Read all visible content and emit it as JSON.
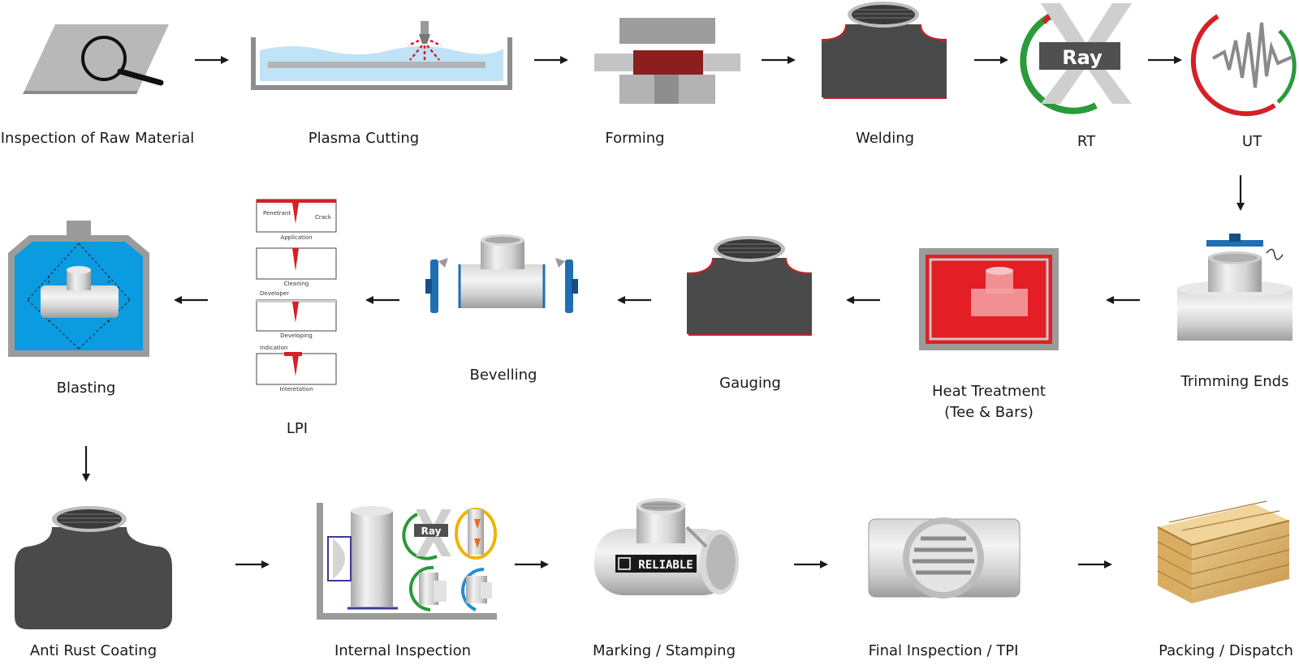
{
  "steps": {
    "inspection_raw": "Inspection of Raw Material",
    "plasma_cutting": "Plasma Cutting",
    "forming": "Forming",
    "welding": "Welding",
    "rt": "RT",
    "ut": "UT",
    "trimming_ends": "Trimming Ends",
    "heat_treatment_l1": "Heat Treatment",
    "heat_treatment_l2": "(Tee & Bars)",
    "gauging": "Gauging",
    "bevelling": "Bevelling",
    "lpi": "LPI",
    "blasting": "Blasting",
    "anti_rust": "Anti Rust Coating",
    "internal_inspection": "Internal Inspection",
    "marking": "Marking / Stamping",
    "final_inspection": "Final Inspection / TPI",
    "packing": "Packing / Dispatch"
  },
  "lpi_panel": {
    "penetrant": "Penetrant",
    "crack": "Crack",
    "application": "Application",
    "cleaning": "Cleaning",
    "developer": "Developer",
    "developing": "Developing",
    "indication": "Indication",
    "interpretation": "Interetation"
  },
  "xray_text": "Ray",
  "xray_small_text": "Ray",
  "marking_text": "RELIABLE",
  "colors": {
    "pipe_dark": "#4a4a4a",
    "weld_red": "#cc1f26",
    "blast_blue": "#0b9be0",
    "heat_red": "#e31e24",
    "flange_blue": "#1f6fb2",
    "green": "#2a9a3a"
  }
}
